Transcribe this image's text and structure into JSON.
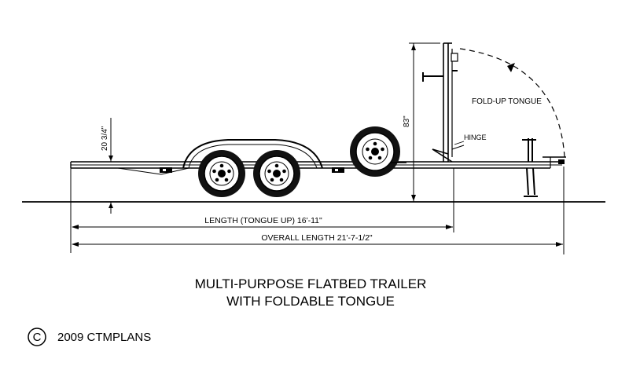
{
  "labels": {
    "fold_up_tongue": "FOLD-UP TONGUE",
    "hinge": "HINGE",
    "height_83": "83\"",
    "deck_height": "20 3/4\"",
    "length_tongue_up": "LENGTH (TONGUE UP) 16'-11\"",
    "overall_length": "OVERALL LENGTH 21'-7-1/2\""
  },
  "title": {
    "line1": "MULTI-PURPOSE FLATBED TRAILER",
    "line2": "WITH FOLDABLE TONGUE"
  },
  "copyright": {
    "symbol": "C",
    "text": "2009 CTMPLANS"
  }
}
